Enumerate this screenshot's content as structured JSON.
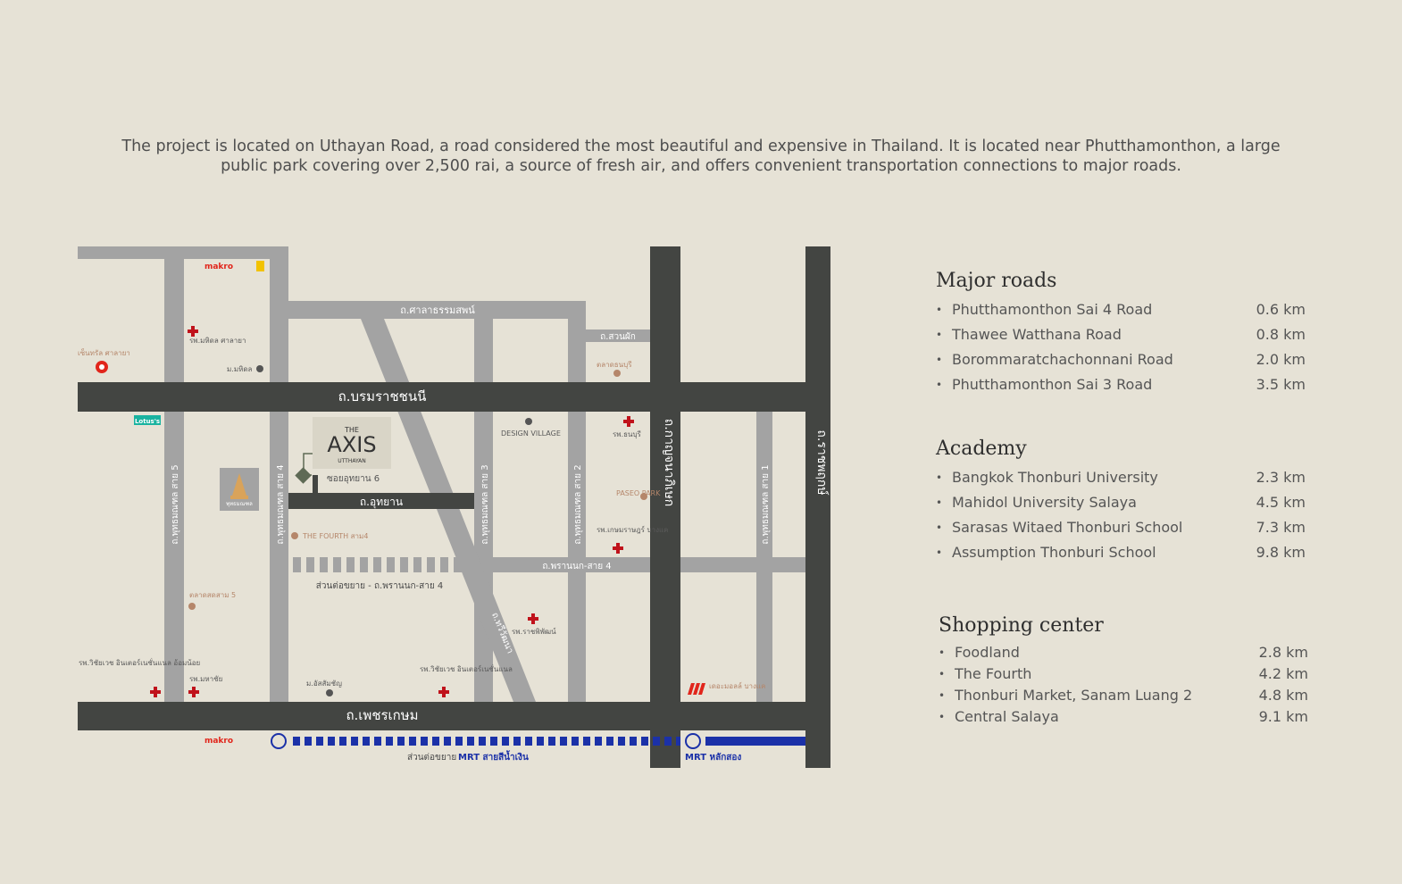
{
  "intro": "The project is located on Uthayan Road, a road considered the most beautiful and expensive in Thailand. It is located near Phutthamonthon, a large public park covering over 2,500 rai, a source of fresh air, and offers convenient transportation connections to major roads.",
  "map": {
    "roads": {
      "borom": "ถ.บรมราชชนนี",
      "petkasem": "ถ.เพชรเกษม",
      "uthayan": "ถ.อุทยาน",
      "salathammasop": "ถ.ศาลาธรรมสพน์",
      "suanpak": "ถ.สวนผัก",
      "kanchana": "ถ.กาญจนาภิเษก",
      "ratchaphruek": "ถ.ราชพฤกษ์",
      "sai5": "ถ.พุทธมณฑล สาย 5",
      "sai4": "ถ.พุทธมณฑล สาย 4",
      "sai3": "ถ.พุทธมณฑล สาย 3",
      "sai2": "ถ.พุทธมณฑล สาย 2",
      "sai1": "ถ.พุทธมณฑล สาย 1",
      "thawee": "ถ.ทวีวัฒนา",
      "phrannok": "ถ.พรานนก-สาย 4",
      "extension": "ส่วนต่อขยาย - ถ.พรานนก-สาย 4",
      "soi": "ซอยอุทยาน 6"
    },
    "logo": {
      "the": "THE",
      "axis": "AXIS",
      "sub": "UTTHAYAN"
    },
    "places": {
      "makro_top": "makro",
      "makro_bottom": "makro",
      "lotus": "Lotus's",
      "central": "เซ็นทรัล ศาลายา",
      "mahidol_hosp": "รพ.มหิดล ศาลายา",
      "mahidol_univ": "ม.มหิดล",
      "phutthamonthon": "พุทธมณฑล",
      "fourth": "THE FOURTH สาม4",
      "market5": "ตลาดสดสาม 5",
      "design_village": "DESIGN VILLAGE",
      "thonburi_hosp": "รพ.ธนบุรี",
      "thonburi_market": "ตลาดธนบุรี",
      "paseo": "PASEO PARK",
      "kasem_hosp": "รพ.เกษมราษฎร์ บางแค",
      "rajpipat": "รพ.ราชพิพัฒน์",
      "vichaivej_left": "รพ.วิชัยเวช อินเตอร์เนชั่นแนล อ้อมน้อย",
      "mahachai": "รพ.มหาชัย",
      "assumption": "ม.อัสสัมชัญ",
      "vichaivej_mid": "รพ.วิชัยเวช อินเตอร์เนชั่นแนล",
      "the_mall": "เดอะมอลล์ บางแค",
      "mrt_ext": "ส่วนต่อขยาย",
      "mrt_blue": "MRT สายสีน้ำเงิน",
      "mrt_station": "MRT หลักสอง"
    }
  },
  "sections": {
    "roads": {
      "title": "Major roads",
      "items": [
        {
          "name": "Phutthamonthon Sai 4 Road",
          "dist": "0.6 km"
        },
        {
          "name": "Thawee Watthana Road",
          "dist": "0.8 km"
        },
        {
          "name": "Borommaratchachonnani Road",
          "dist": "2.0 km"
        },
        {
          "name": "Phutthamonthon Sai 3 Road",
          "dist": "3.5 km"
        }
      ]
    },
    "academy": {
      "title": "Academy",
      "items": [
        {
          "name": "Bangkok Thonburi University",
          "dist": "2.3 km"
        },
        {
          "name": "Mahidol University Salaya",
          "dist": "4.5 km"
        },
        {
          "name": "Sarasas Witaed Thonburi School",
          "dist": "7.3 km"
        },
        {
          "name": "Assumption Thonburi School",
          "dist": "9.8 km"
        }
      ]
    },
    "shopping": {
      "title": "Shopping center",
      "items": [
        {
          "name": "Foodland",
          "dist": "2.8 km"
        },
        {
          "name": "The Fourth",
          "dist": "4.2 km"
        },
        {
          "name": "Thonburi Market, Sanam Luang 2",
          "dist": "4.8 km"
        },
        {
          "name": "Central Salaya",
          "dist": "9.1 km"
        }
      ]
    }
  }
}
